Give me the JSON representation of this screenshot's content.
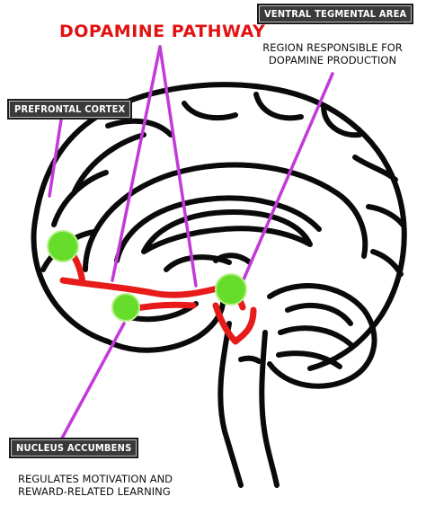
{
  "diagram": {
    "title": "DOPAMINE PATHWAY",
    "labels": {
      "vta": "VENTRAL TEGMENTAL AREA",
      "prefrontal": "PREFRONTAL CORTEX",
      "nucleus": "NUCLEUS ACCUMBENS"
    },
    "descriptions": {
      "vta_line1": "REGION RESPONSIBLE FOR",
      "vta_line2": "DOPAMINE PRODUCTION",
      "nucleus_line1": "REGULATES MOTIVATION AND",
      "nucleus_line2": "REWARD-RELATED LEARNING"
    },
    "colors": {
      "outline": "#0a0a0a",
      "pathway": "#e81b1b",
      "node": "#66dd2a",
      "pointer": "#c23ad8",
      "title": "#e01212"
    }
  }
}
